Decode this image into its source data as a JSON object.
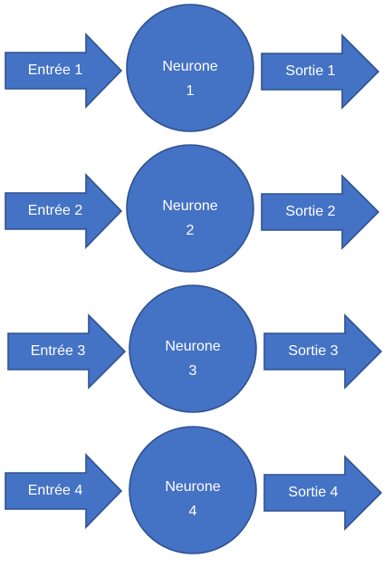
{
  "colors": {
    "fill": "#4472c4",
    "stroke": "#2f528f",
    "text": "#ffffff",
    "background": "#ffffff"
  },
  "rows": [
    {
      "input_label": "Entrée 1",
      "neuron_line1": "Neurone",
      "neuron_line2": "1",
      "output_label": "Sortie 1"
    },
    {
      "input_label": "Entrée 2",
      "neuron_line1": "Neurone",
      "neuron_line2": "2",
      "output_label": "Sortie 2"
    },
    {
      "input_label": "Entrée 3",
      "neuron_line1": "Neurone",
      "neuron_line2": "3",
      "output_label": "Sortie 3"
    },
    {
      "input_label": "Entrée 4",
      "neuron_line1": "Neurone",
      "neuron_line2": "4",
      "output_label": "Sortie 4"
    }
  ]
}
